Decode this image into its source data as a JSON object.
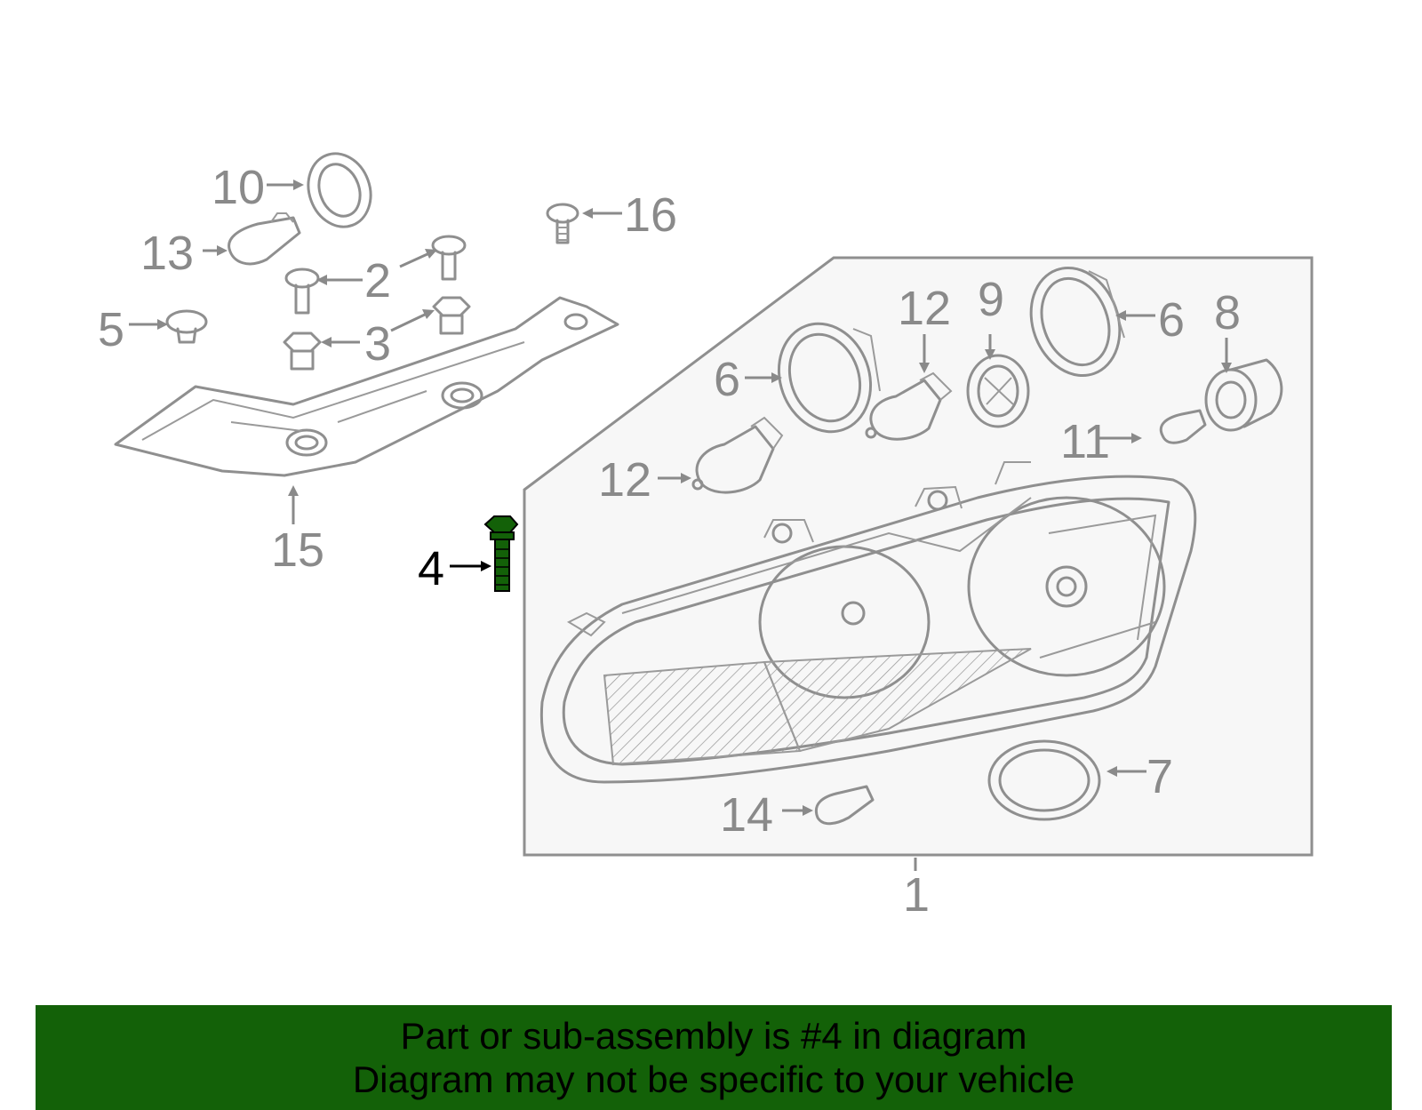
{
  "diagram": {
    "callouts": [
      "1",
      "2",
      "3",
      "4",
      "5",
      "6",
      "6",
      "7",
      "8",
      "9",
      "10",
      "11",
      "12",
      "12",
      "13",
      "14",
      "15",
      "16"
    ],
    "highlighted_callout": "4",
    "highlight_color": "#136108"
  },
  "banner": {
    "line1": "Part or sub-assembly is #4 in diagram",
    "line2": "Diagram may not be specific to your vehicle",
    "background": "#136108"
  }
}
